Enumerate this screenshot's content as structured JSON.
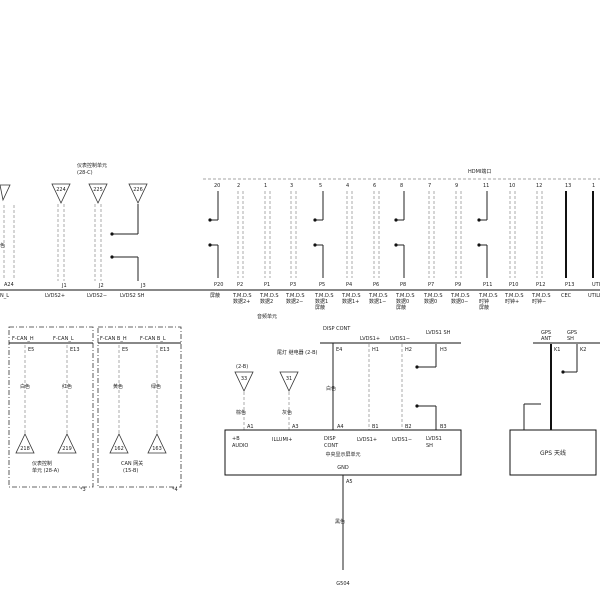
{
  "top_labels": {
    "cluster_unit": "仪表控制单元",
    "cluster_unit_ref": "(28-C)",
    "hdmi_port": "HDMI端口",
    "audio_unit": "音频单元"
  },
  "left_partial": {
    "pin": "A24",
    "signal": "N_L",
    "color": "色"
  },
  "cluster_pins": [
    {
      "tri": "224",
      "pin": "J1",
      "signal": "LVDS2+"
    },
    {
      "tri": "225",
      "pin": "J2",
      "signal": "LVDS2−"
    },
    {
      "tri": "226",
      "pin": "J3",
      "signal": "LVDS2 SH"
    }
  ],
  "hdmi_top_pins": [
    "20",
    "2",
    "1",
    "3",
    "5",
    "4",
    "6",
    "8",
    "7",
    "9",
    "11",
    "10",
    "12",
    "13",
    "1"
  ],
  "hdmi_bottom_pins": [
    "P20",
    "P2",
    "P1",
    "P3",
    "P5",
    "P4",
    "P6",
    "P8",
    "P7",
    "P9",
    "P11",
    "P10",
    "P12",
    "P13",
    "UTILITY"
  ],
  "hdmi_signals": [
    "屏蔽",
    "T.M.D.S 数据2+",
    "T.M.D.S 数据2",
    "T.M.D.S 数据2−",
    "T.M.D.S 数据1 屏蔽",
    "T.M.D.S 数据1+",
    "T.M.D.S 数据1−",
    "T.M.D.S 数据0 屏蔽",
    "T.M.D.S 数据0",
    "T.M.D.S 数据0−",
    "T.M.D.S 时钟 屏蔽",
    "T.M.D.S 时钟+",
    "T.M.D.S 时钟−",
    "CEC",
    "UTILITY"
  ],
  "can_group1": {
    "headers": [
      "F-CAN_H",
      "F-CAN_L"
    ],
    "pins": [
      "E5",
      "E13"
    ],
    "colors": [
      "白色",
      "红色"
    ],
    "tris": [
      "218",
      "219"
    ],
    "unit": "仪表控制",
    "unit2": "单元 (28-A)",
    "ref": "*3"
  },
  "can_group2": {
    "headers": [
      "F-CAN B_H",
      "F-CAN B_L"
    ],
    "pins": [
      "E5",
      "E13"
    ],
    "colors": [
      "黄色",
      "绿色"
    ],
    "tris": [
      "162",
      "163"
    ],
    "unit": "CAN 网关",
    "unit2": "(15-B)",
    "ref": "*4"
  },
  "headunit": {
    "title": "中央显示屏单元",
    "gnd_label": "GND",
    "gnd_pin": "A5",
    "gnd_color": "黑色",
    "ground_id": "G504",
    "inputs": [
      {
        "ref": "(2-B)",
        "tri": "33",
        "color": "棕色",
        "pin": "A1",
        "label": "+B AUDIO"
      },
      {
        "ref": "尾灯 继电器 (2-B)",
        "tri": "31",
        "color": "灰色",
        "pin": "A3",
        "label": "ILLUMI+"
      }
    ],
    "disp": {
      "top": "DISP CONT",
      "pin_top": "E4",
      "color": "白色",
      "pin": "A4",
      "label": "DISP CONT"
    },
    "lvds": [
      {
        "top": "LVDS1+",
        "pin_top": "H1",
        "pin": "B1",
        "label": "LVDS1+"
      },
      {
        "top": "LVDS1−",
        "pin_top": "H2",
        "pin": "B2",
        "label": "LVDS1−"
      },
      {
        "top": "LVDS1 SH",
        "pin_top": "H3",
        "pin": "B3",
        "label": "LVDS1 SH"
      }
    ]
  },
  "gps": {
    "ant_label": "GPS ANT",
    "sh_label": "GPS SH",
    "ant_pin": "K1",
    "sh_pin": "K2",
    "box_label": "GPS 天线"
  }
}
